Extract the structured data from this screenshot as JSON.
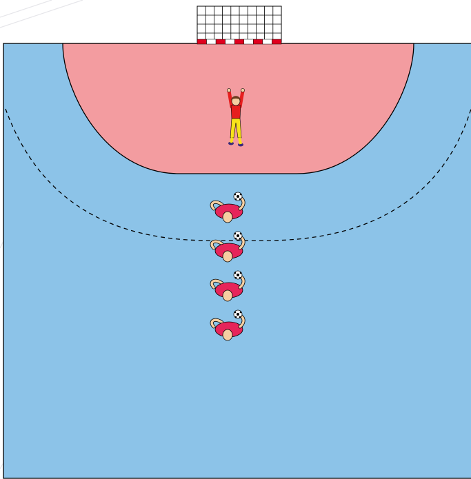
{
  "colors": {
    "court": "#8cc3e8",
    "goal_area": "#f39ca0",
    "court_lines": "#000000",
    "background": "#ffffff",
    "goal_post_red": "#e0001e",
    "goal_net": "#000000",
    "player_shirt": "#e6255a",
    "player_skin": "#f6cfa2",
    "goalkeeper_shirt": "#e61e1e",
    "goalkeeper_pants": "#f7e21a",
    "goalkeeper_hair": "#6b3b1d"
  },
  "drill": {
    "court_type": "handball half court",
    "players_in_line": 4,
    "equipment": [
      "goal",
      "ball"
    ]
  },
  "icons": [
    "goalkeeper-icon",
    "field-player-icon",
    "ball-icon",
    "goal-icon"
  ]
}
